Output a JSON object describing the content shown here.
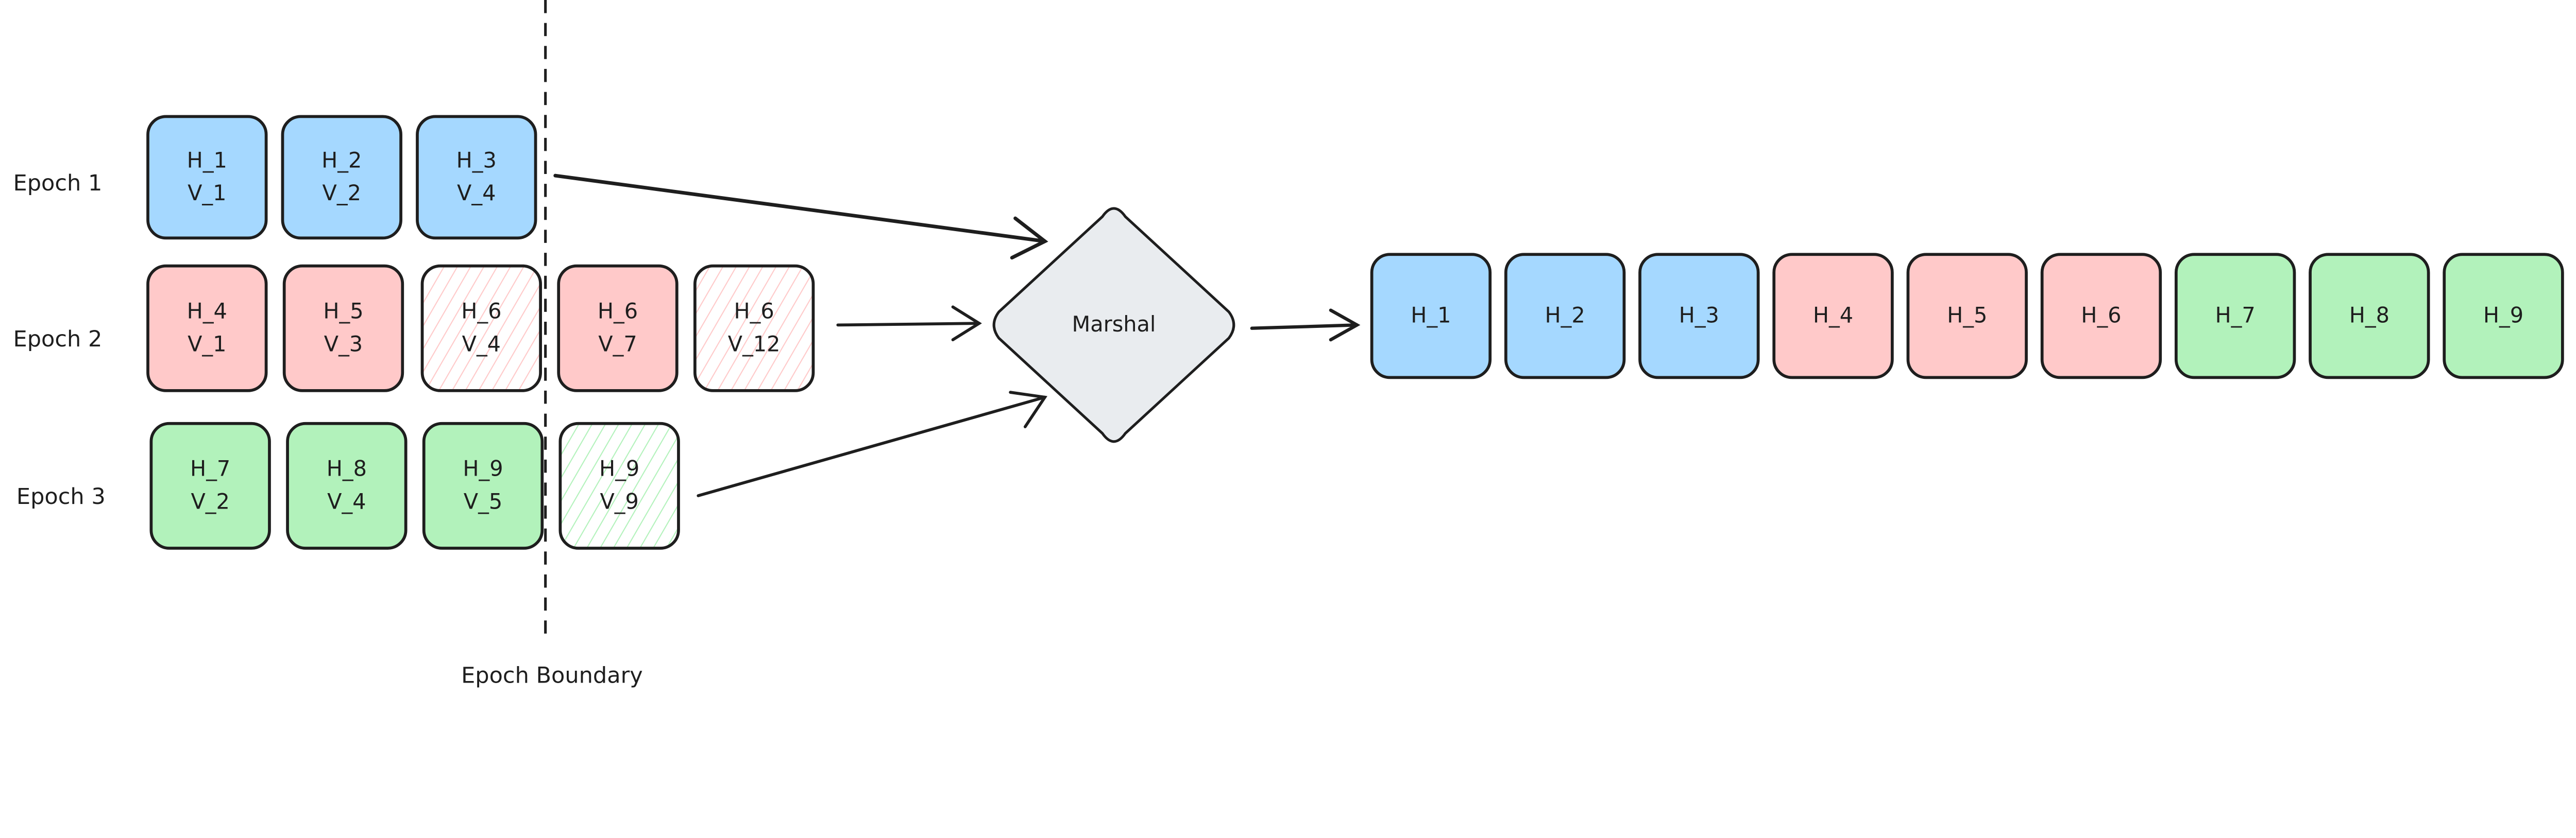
{
  "colors": {
    "blue": "#a5d8ff",
    "red": "#ffc9c9",
    "green": "#b2f2bb",
    "marshal": "#e9ecef",
    "stroke": "#1e1e1e"
  },
  "epochs": [
    {
      "label": "Epoch 1",
      "color": "blue",
      "items": [
        {
          "h": "H_1",
          "v": "V_1",
          "style": "solid"
        },
        {
          "h": "H_2",
          "v": "V_2",
          "style": "solid"
        },
        {
          "h": "H_3",
          "v": "V_4",
          "style": "solid"
        }
      ]
    },
    {
      "label": "Epoch 2",
      "color": "red",
      "items": [
        {
          "h": "H_4",
          "v": "V_1",
          "style": "solid"
        },
        {
          "h": "H_5",
          "v": "V_3",
          "style": "solid"
        },
        {
          "h": "H_6",
          "v": "V_4",
          "style": "hatched"
        },
        {
          "h": "H_6",
          "v": "V_7",
          "style": "solid"
        },
        {
          "h": "H_6",
          "v": "V_12",
          "style": "hatched"
        }
      ]
    },
    {
      "label": "Epoch 3",
      "color": "green",
      "items": [
        {
          "h": "H_7",
          "v": "V_2",
          "style": "solid"
        },
        {
          "h": "H_8",
          "v": "V_4",
          "style": "solid"
        },
        {
          "h": "H_9",
          "v": "V_5",
          "style": "solid"
        },
        {
          "h": "H_9",
          "v": "V_9",
          "style": "hatched"
        }
      ]
    }
  ],
  "boundary_label": "Epoch Boundary",
  "marshal_label": "Marshal",
  "output": [
    {
      "h": "H_1",
      "color": "blue"
    },
    {
      "h": "H_2",
      "color": "blue"
    },
    {
      "h": "H_3",
      "color": "blue"
    },
    {
      "h": "H_4",
      "color": "red"
    },
    {
      "h": "H_5",
      "color": "red"
    },
    {
      "h": "H_6",
      "color": "red"
    },
    {
      "h": "H_7",
      "color": "green"
    },
    {
      "h": "H_8",
      "color": "green"
    },
    {
      "h": "H_9",
      "color": "green"
    }
  ]
}
